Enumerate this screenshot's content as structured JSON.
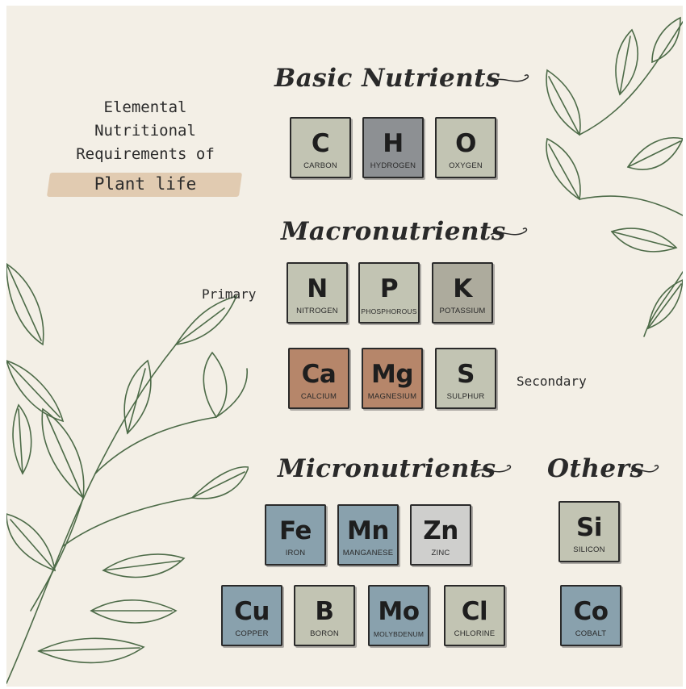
{
  "title": {
    "line1": "Elemental",
    "line2": "Nutritional",
    "line3": "Requirements of",
    "line4": "Plant life"
  },
  "sections": {
    "basic": "Basic Nutrients",
    "macro": "Macronutrients",
    "micro": "Micronutrients",
    "others": "Others"
  },
  "labels": {
    "primary": "Primary",
    "secondary": "Secondary"
  },
  "colors": {
    "sage": "#c2c4b3",
    "gray": "#8d9093",
    "khaki": "#adab9d",
    "copper": "#b6866a",
    "blue": "#89a1ad",
    "light_gray": "#cfcfcd",
    "leaf_line": "#4d6b48"
  },
  "elements": [
    {
      "symbol": "C",
      "name": "CARBON",
      "group": "basic",
      "color": "#c2c4b3"
    },
    {
      "symbol": "H",
      "name": "HYDROGEN",
      "group": "basic",
      "color": "#8d9093"
    },
    {
      "symbol": "O",
      "name": "OXYGEN",
      "group": "basic",
      "color": "#c2c4b3"
    },
    {
      "symbol": "N",
      "name": "NITROGEN",
      "group": "primary",
      "color": "#c2c4b3"
    },
    {
      "symbol": "P",
      "name": "PHOSPHOROUS",
      "group": "primary",
      "color": "#c2c4b3"
    },
    {
      "symbol": "K",
      "name": "POTASSIUM",
      "group": "primary",
      "color": "#adab9d"
    },
    {
      "symbol": "Ca",
      "name": "CALCIUM",
      "group": "secondary",
      "color": "#b6866a"
    },
    {
      "symbol": "Mg",
      "name": "MAGNESIUM",
      "group": "secondary",
      "color": "#b6866a"
    },
    {
      "symbol": "S",
      "name": "SULPHUR",
      "group": "secondary",
      "color": "#c2c4b3"
    },
    {
      "symbol": "Fe",
      "name": "IRON",
      "group": "micro",
      "color": "#89a1ad"
    },
    {
      "symbol": "Mn",
      "name": "MANGANESE",
      "group": "micro",
      "color": "#89a1ad"
    },
    {
      "symbol": "Zn",
      "name": "ZINC",
      "group": "micro",
      "color": "#cfcfcd"
    },
    {
      "symbol": "Cu",
      "name": "COPPER",
      "group": "micro",
      "color": "#89a1ad"
    },
    {
      "symbol": "B",
      "name": "BORON",
      "group": "micro",
      "color": "#c2c4b3"
    },
    {
      "symbol": "Mo",
      "name": "MOLYBDENUM",
      "group": "micro",
      "color": "#89a1ad"
    },
    {
      "symbol": "Cl",
      "name": "CHLORINE",
      "group": "micro",
      "color": "#c2c4b3"
    },
    {
      "symbol": "Si",
      "name": "SILICON",
      "group": "others",
      "color": "#c2c4b3"
    },
    {
      "symbol": "Co",
      "name": "COBALT",
      "group": "others",
      "color": "#89a1ad"
    }
  ]
}
